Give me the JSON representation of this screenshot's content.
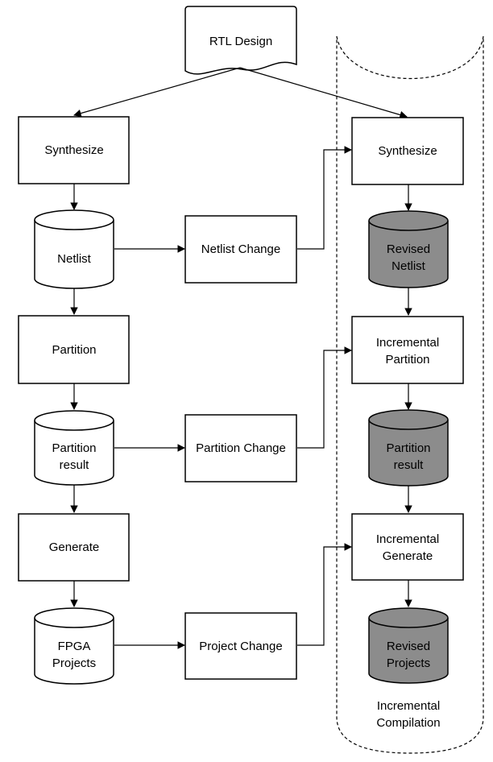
{
  "diagram": {
    "rtl_design": "RTL Design",
    "left": {
      "synthesize": "Synthesize",
      "netlist": "Netlist",
      "partition": "Partition",
      "partition_result": [
        "Partition",
        "result"
      ],
      "generate": "Generate",
      "fpga_projects": [
        "FPGA",
        "Projects"
      ]
    },
    "middle": {
      "netlist_change": "Netlist Change",
      "partition_change": "Partition Change",
      "project_change": "Project Change"
    },
    "right": {
      "synthesize": "Synthesize",
      "revised_netlist": [
        "Revised",
        "Netlist"
      ],
      "incremental_partition": [
        "Incremental",
        "Partition"
      ],
      "partition_result": [
        "Partition",
        "result"
      ],
      "incremental_generate": [
        "Incremental",
        "Generate"
      ],
      "revised_projects": [
        "Revised",
        "Projects"
      ]
    },
    "region_label": [
      "Incremental",
      "Compilation"
    ],
    "highlight_color": "#8c8c8c"
  }
}
